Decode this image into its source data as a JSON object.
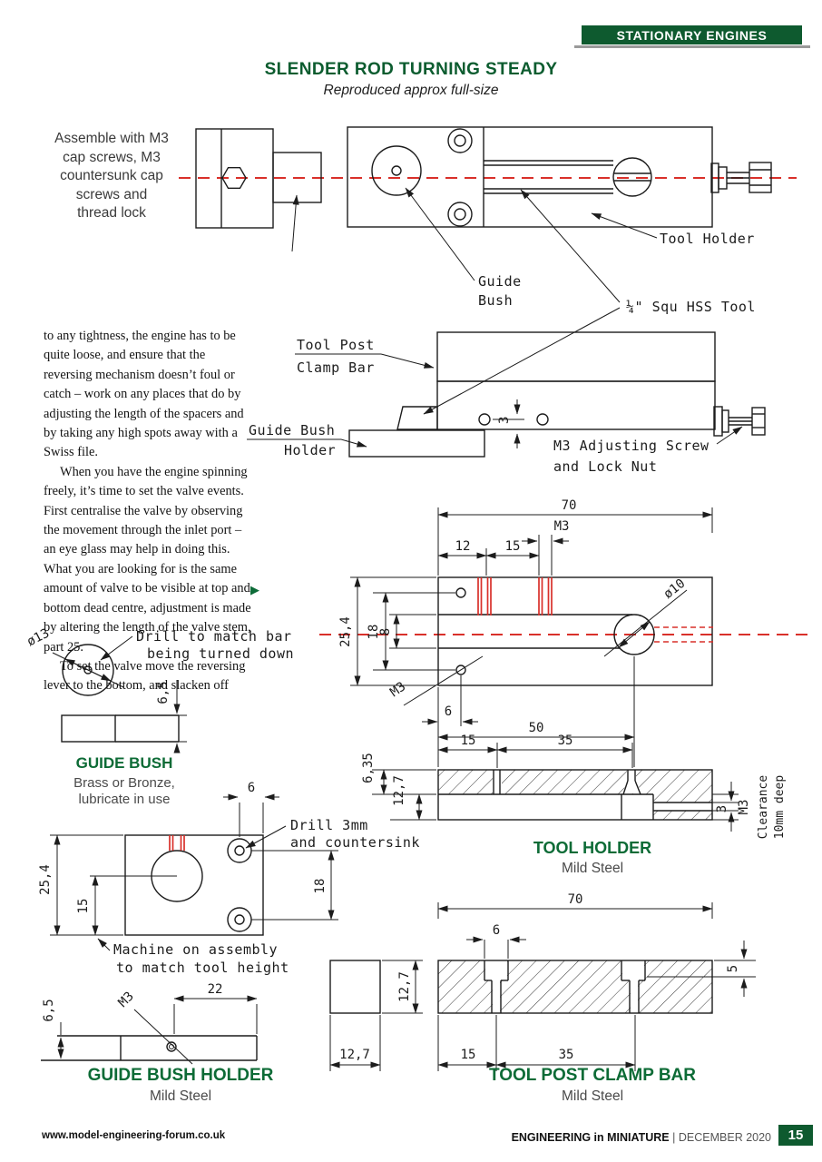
{
  "colors": {
    "accent_green": "#0e5a2f",
    "caption_green": "#0d6b36",
    "centerline_red": "#d9302a",
    "line": "#1c1c1c"
  },
  "header": {
    "tag": "STATIONARY ENGINES",
    "title": "SLENDER ROD TURNING STEADY",
    "subtitle": "Reproduced approx full-size"
  },
  "assembly_note": {
    "lines": [
      "Assemble with M3",
      "cap screws, M3",
      "countersunk cap",
      "screws and",
      "thread lock"
    ]
  },
  "article": {
    "paragraphs": [
      "to any tightness, the engine has to be quite loose, and ensure that the reversing mechanism doesn’t foul or catch – work on any places that do by adjusting the length of the spacers and by taking any high spots away with a Swiss file.",
      "When you have the engine spinning freely, it’s time to set the valve events. First centralise the valve by observing the movement through the inlet port – an eye glass may help in doing this. What you are looking for is the same amount of valve to be visible at top and bottom dead centre, adjustment is made by altering the length of the valve stem, part 25.",
      "To set the valve move the reversing lever to the bottom, and slacken off"
    ],
    "continuation_marker": "▶"
  },
  "labels": {
    "tool_holder": "Tool Holder",
    "guide_bush_1": "Guide",
    "guide_bush_2": "Bush",
    "hss_tool": "¼\" Squ HSS Tool",
    "tool_post_1": "Tool Post",
    "tool_post_2": "Clamp Bar",
    "gbh_1": "Guide Bush",
    "gbh_2": "Holder",
    "adj_1": "M3 Adjusting Screw",
    "adj_2": "and Lock Nut",
    "drill_match_1": "Drill to match bar",
    "drill_match_2": "being turned down",
    "drill3_1": "Drill 3mm",
    "drill3_2": "and countersink",
    "machine_1": "Machine on assembly",
    "machine_2": "to match tool height"
  },
  "dims": {
    "plan_70": "70",
    "plan_m3_top": "M3",
    "plan_12": "12",
    "plan_15": "15",
    "plan_254": "25,4",
    "plan_18": "18",
    "plan_8": "8",
    "plan_dia10": "ø10",
    "plan_m3_b": "M3",
    "plan_6": "6",
    "plan_50": "50",
    "sec_15": "15",
    "sec_35": "35",
    "sec_635": "6,35",
    "sec_127": "12,7",
    "sec_3": "3",
    "sec_m3": "M3",
    "sec_cl1": "Clearance",
    "sec_cl2": "10mm deep",
    "mid_3": "3",
    "gb_dia13": "ø13",
    "gb_65": "6,5",
    "gbhf_6": "6",
    "gbhf_254": "25,4",
    "gbhf_15": "15",
    "gbhf_18": "18",
    "gbhs_65": "6,5",
    "gbhs_22": "22",
    "gbhs_m3": "M3",
    "cb_70": "70",
    "cb_6": "6",
    "cb_5": "5",
    "cb_127a": "12,7",
    "cb_127b": "12,7",
    "cb_15": "15",
    "cb_35": "35"
  },
  "captions": {
    "guide_bush": {
      "title": "GUIDE BUSH",
      "material_1": "Brass or Bronze,",
      "material_2": "lubricate in use"
    },
    "tool_holder": {
      "title": "TOOL HOLDER",
      "material": "Mild Steel"
    },
    "guide_bush_holder": {
      "title": "GUIDE BUSH HOLDER",
      "material": "Mild Steel"
    },
    "tool_post_clamp_bar": {
      "title": "TOOL POST CLAMP BAR",
      "material": "Mild Steel"
    }
  },
  "footer": {
    "url": "www.model-engineering-forum.co.uk",
    "magazine": "ENGINEERING in MINIATURE",
    "separator": "|",
    "issue": "DECEMBER 2020",
    "page_number": "15"
  }
}
